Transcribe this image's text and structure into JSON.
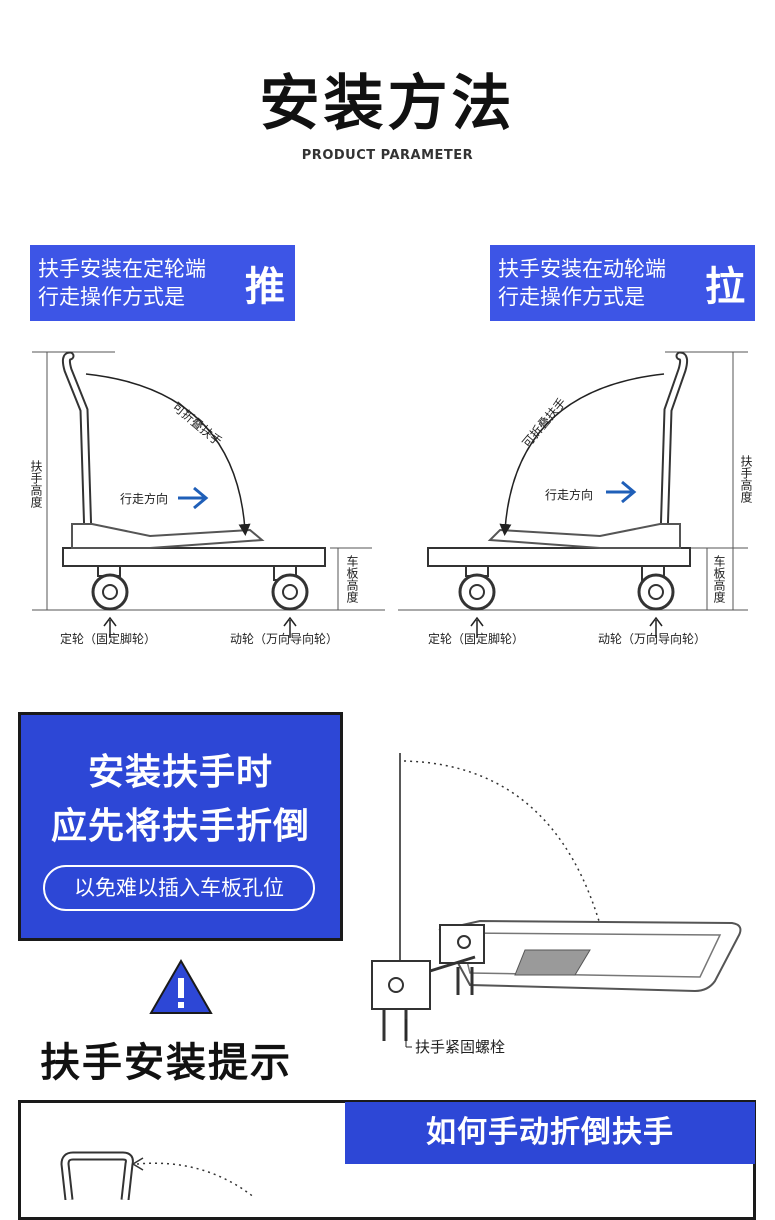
{
  "header": {
    "title": "安装方法",
    "subtitle": "PRODUCT PARAMETER"
  },
  "push_section": {
    "line1": "扶手安装在定轮端",
    "line2": "行走操作方式是",
    "mode": "推",
    "fold_label": "可折叠扶手",
    "direction_label": "行走方向",
    "handle_height_label": "扶手高度",
    "deck_height_label": "车板高度",
    "fixed_wheel_label": "定轮（固定脚轮）",
    "swivel_wheel_label": "动轮（万向导向轮）"
  },
  "pull_section": {
    "line1": "扶手安装在动轮端",
    "line2": "行走操作方式是",
    "mode": "拉",
    "fold_label": "可折叠扶手",
    "direction_label": "行走方向",
    "handle_height_label": "扶手高度",
    "deck_height_label": "车板高度",
    "fixed_wheel_label": "定轮（固定脚轮）",
    "swivel_wheel_label": "动轮（万向导向轮）"
  },
  "tip": {
    "line1": "安装扶手时",
    "line2": "应先将扶手折倒",
    "note": "以免难以插入车板孔位"
  },
  "hint": {
    "title": "扶手安装提示",
    "bolt_label": "扶手紧固螺栓"
  },
  "bottom": {
    "banner": "如何手动折倒扶手"
  },
  "colors": {
    "accent_blue": "#3d55e6",
    "deep_blue": "#2d47d6",
    "arrow_blue": "#1f5fb8"
  }
}
